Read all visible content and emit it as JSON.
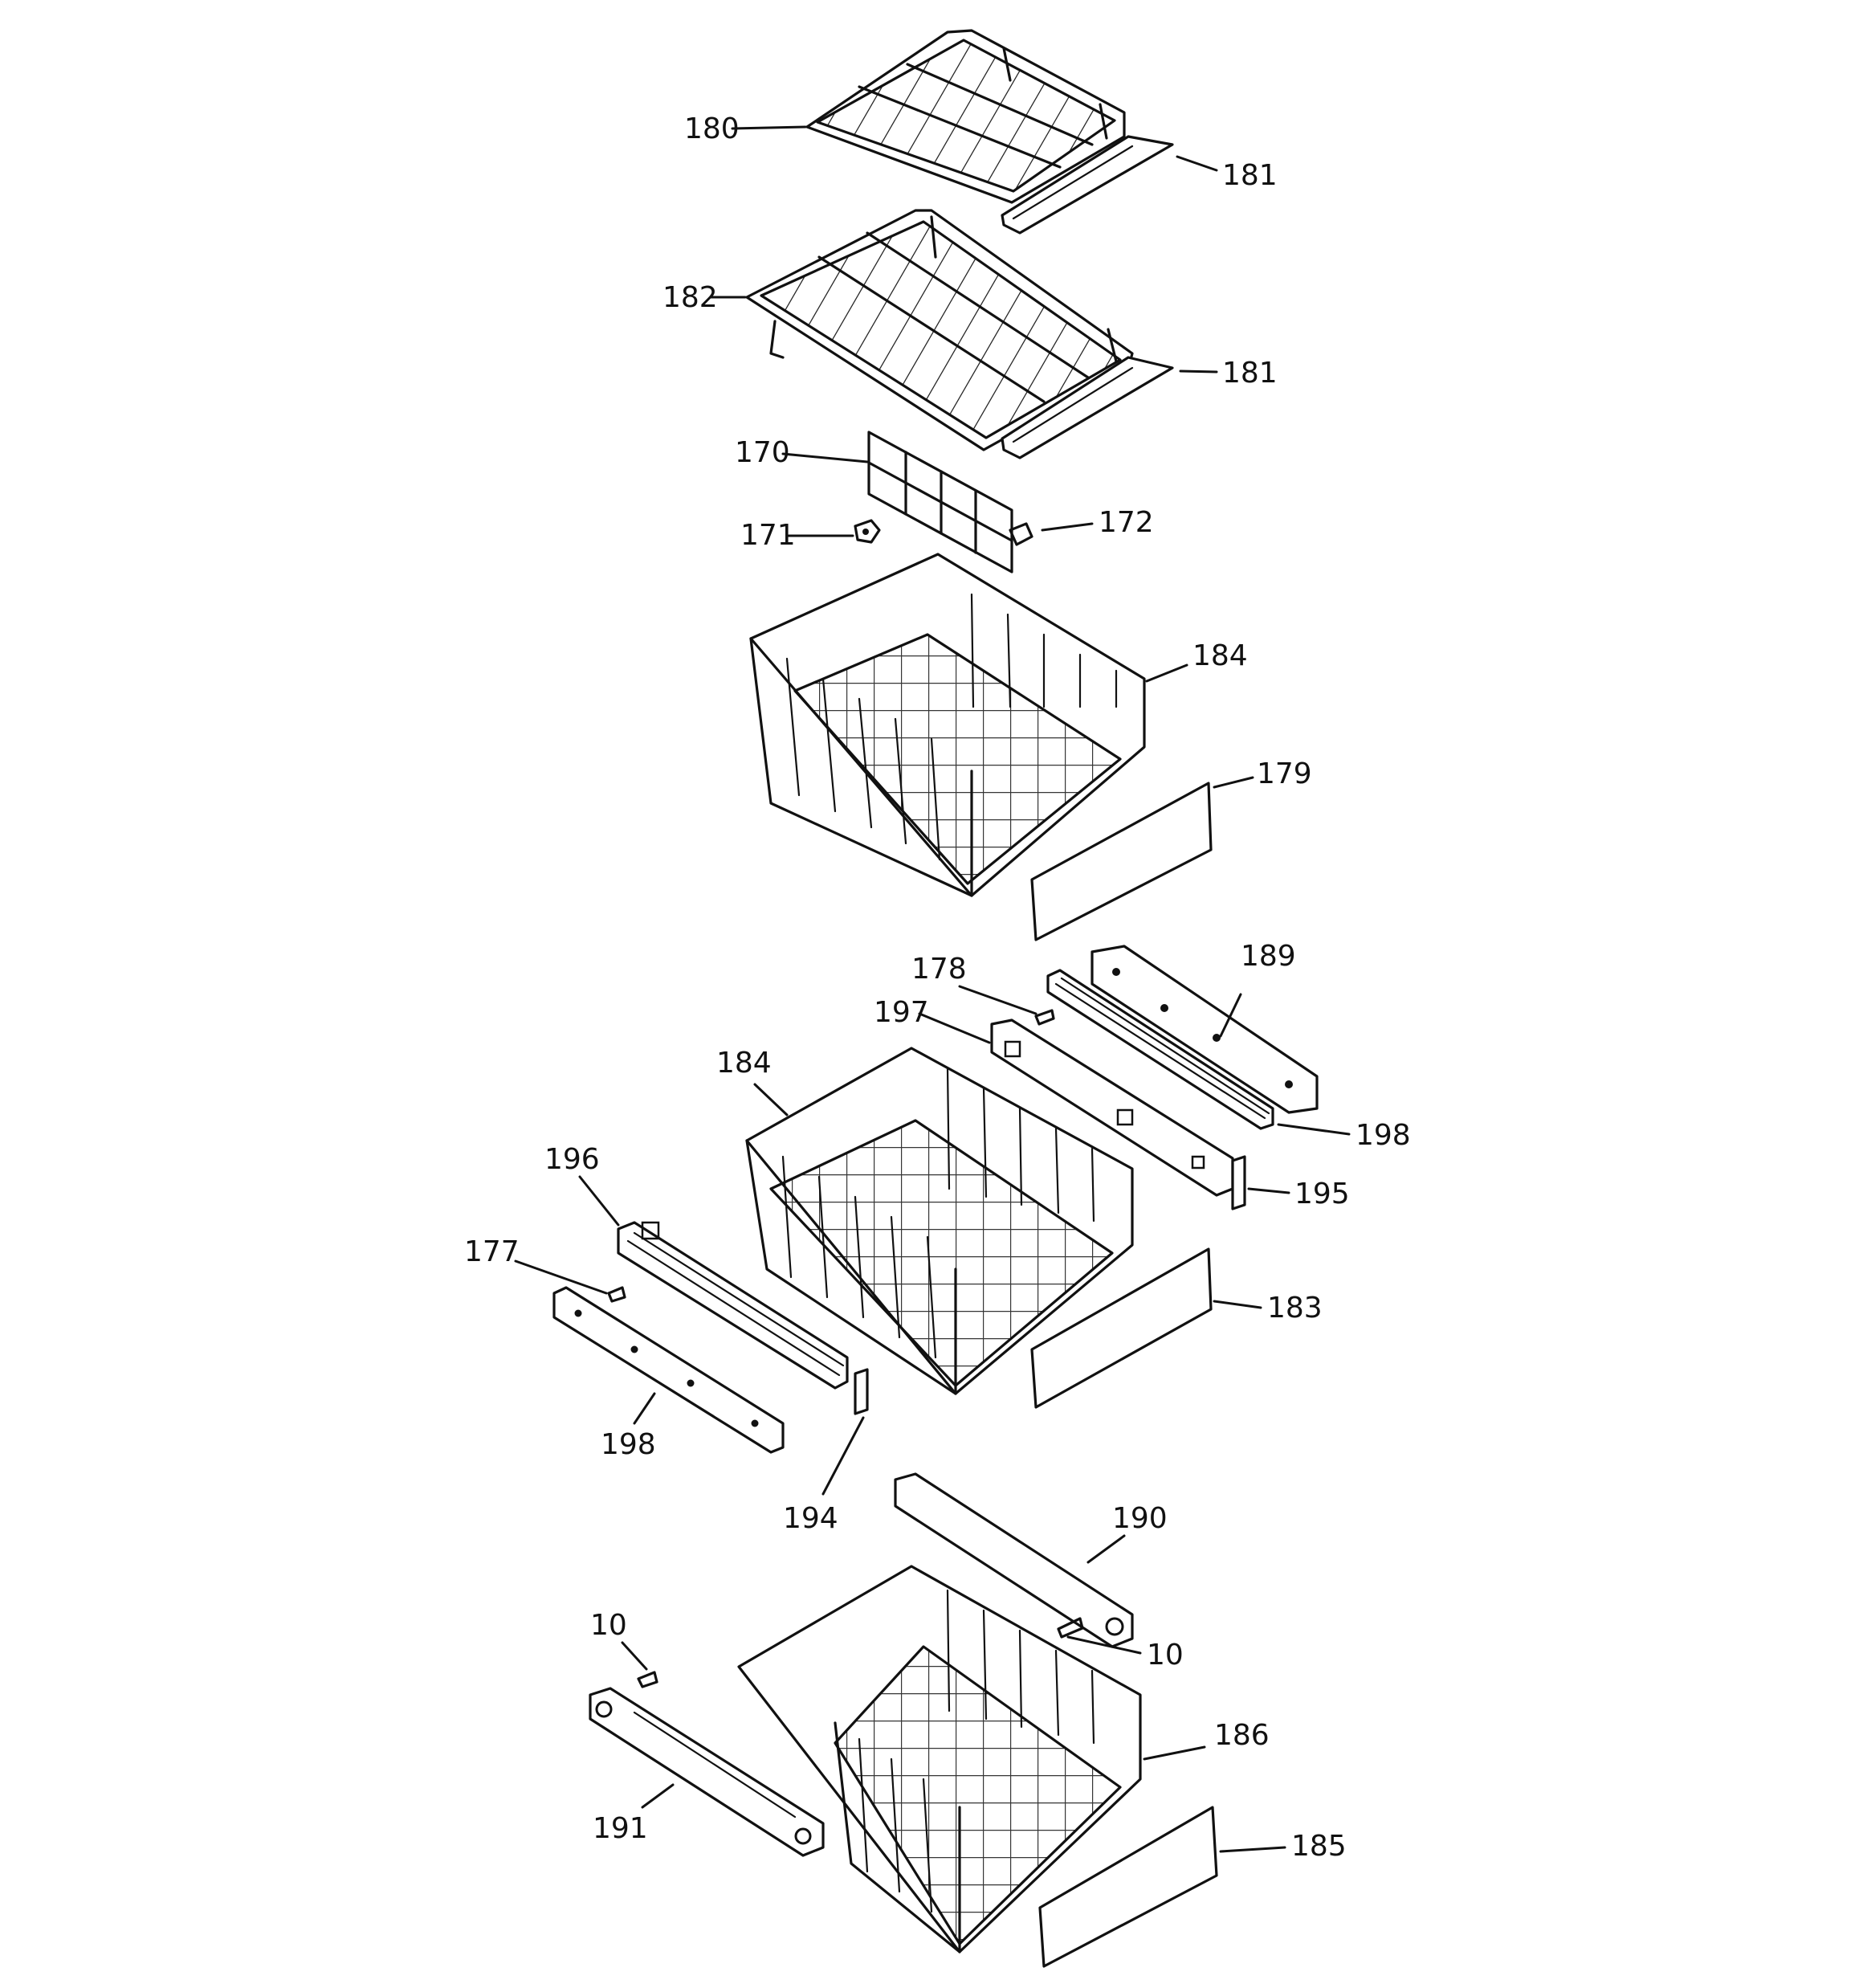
{
  "labels": {
    "p180": "180",
    "p181a": "181",
    "p182": "182",
    "p181b": "181",
    "p170": "170",
    "p171": "171",
    "p172": "172",
    "p184a": "184",
    "p179": "179",
    "p178": "178",
    "p189": "189",
    "p197": "197",
    "p184b": "184",
    "p198a": "198",
    "p196": "196",
    "p195": "195",
    "p177": "177",
    "p183": "183",
    "p198b": "198",
    "p194": "194",
    "p190": "190",
    "p10a": "10",
    "p10b": "10",
    "p186": "186",
    "p191": "191",
    "p185": "185"
  }
}
